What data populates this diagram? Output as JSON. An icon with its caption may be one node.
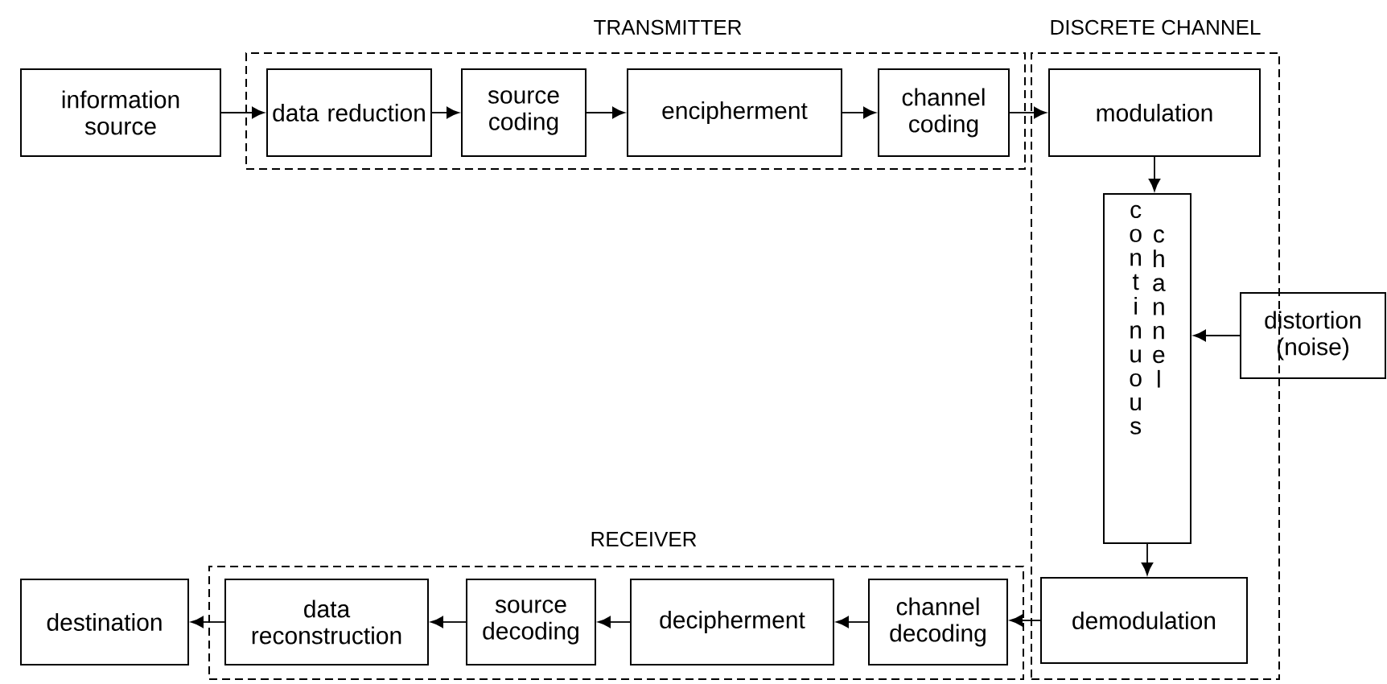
{
  "diagram": {
    "nodes": [
      {
        "text": [
          "information source"
        ]
      },
      {
        "text": [
          "TRANSMITTER"
        ]
      },
      {
        "text": [
          "data reduction"
        ],
        "in": 1
      },
      {
        "text": [
          "source coding"
        ],
        "in": 1
      },
      {
        "text": [
          "encipherment"
        ],
        "in": 1
      },
      {
        "text": [
          "channel coding"
        ],
        "in": 1
      },
      {
        "text": [
          "DISCRETE CHANNEL"
        ]
      },
      {
        "text": [
          "modulation"
        ],
        "in": 6
      },
      {
        "text": [
          "continuous",
          "channel"
        ],
        "in": 6
      },
      {
        "text": [
          "distortion (noise)"
        ]
      },
      {
        "text": [
          "destination"
        ]
      },
      {
        "text": [
          "RECEIVER"
        ]
      },
      {
        "text": [
          "data reconstruction"
        ],
        "in": 11
      },
      {
        "text": [
          "source decoding"
        ],
        "in": 11
      },
      {
        "text": [
          "decipherment"
        ],
        "in": 11
      },
      {
        "text": [
          "channel decoding"
        ],
        "in": 11
      },
      {
        "text": [
          "demodulation"
        ],
        "in": 6
      }
    ],
    "edges": [
      {
        "from": 0,
        "to": 2,
        "arrow": "to"
      },
      {
        "from": 2,
        "to": 3,
        "arrow": "to"
      },
      {
        "from": 3,
        "to": 4,
        "arrow": "to"
      },
      {
        "from": 4,
        "to": 5,
        "arrow": "to"
      },
      {
        "from": 5,
        "to": 7,
        "arrow": "to"
      },
      {
        "from": 7,
        "to": 8,
        "arrow": "to"
      },
      {
        "from": 9,
        "to": 8,
        "arrow": "to"
      },
      {
        "from": 8,
        "to": 16,
        "arrow": "to"
      },
      {
        "from": 16,
        "to": 15,
        "arrow": "to"
      },
      {
        "from": 15,
        "to": 14,
        "arrow": "to"
      },
      {
        "from": 14,
        "to": 13,
        "arrow": "to"
      },
      {
        "from": 13,
        "to": 12,
        "arrow": "to"
      },
      {
        "from": 12,
        "to": 10,
        "arrow": "to"
      }
    ]
  }
}
